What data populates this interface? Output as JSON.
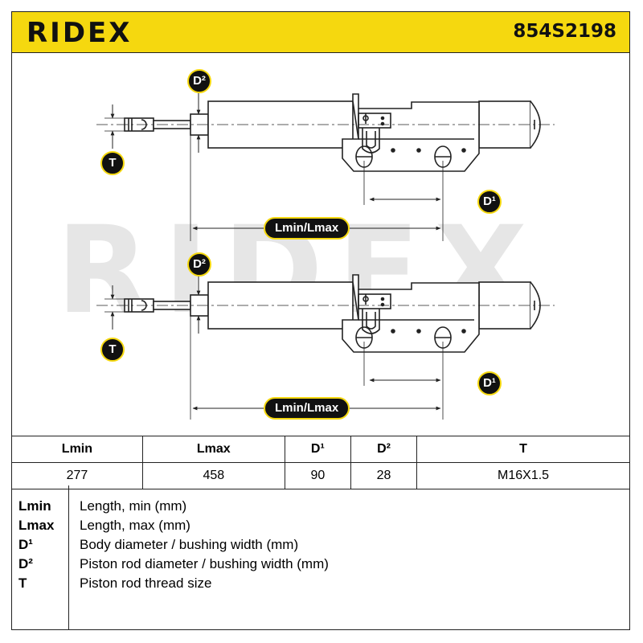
{
  "header": {
    "logo": "RIDEX",
    "part_number": "854S2198"
  },
  "watermark": "RIDEX",
  "labels": {
    "d2": "D²",
    "t": "T",
    "d1": "D¹",
    "length": "Lmin/Lmax"
  },
  "table": {
    "headers": [
      "Lmin",
      "Lmax",
      "D¹",
      "D²",
      "T"
    ],
    "values": [
      "277",
      "458",
      "90",
      "28",
      "M16X1.5"
    ]
  },
  "legend": [
    {
      "symbol": "Lmin",
      "description": "Length, min (mm)"
    },
    {
      "symbol": "Lmax",
      "description": "Length, max (mm)"
    },
    {
      "symbol": "D¹",
      "description": "Body diameter / bushing width (mm)"
    },
    {
      "symbol": "D²",
      "description": "Piston rod diameter / bushing width (mm)"
    },
    {
      "symbol": "T",
      "description": "Piston rod thread size"
    }
  ],
  "colors": {
    "accent": "#f5d80f",
    "badge": "#111111",
    "watermark": "#e6e6e6"
  }
}
